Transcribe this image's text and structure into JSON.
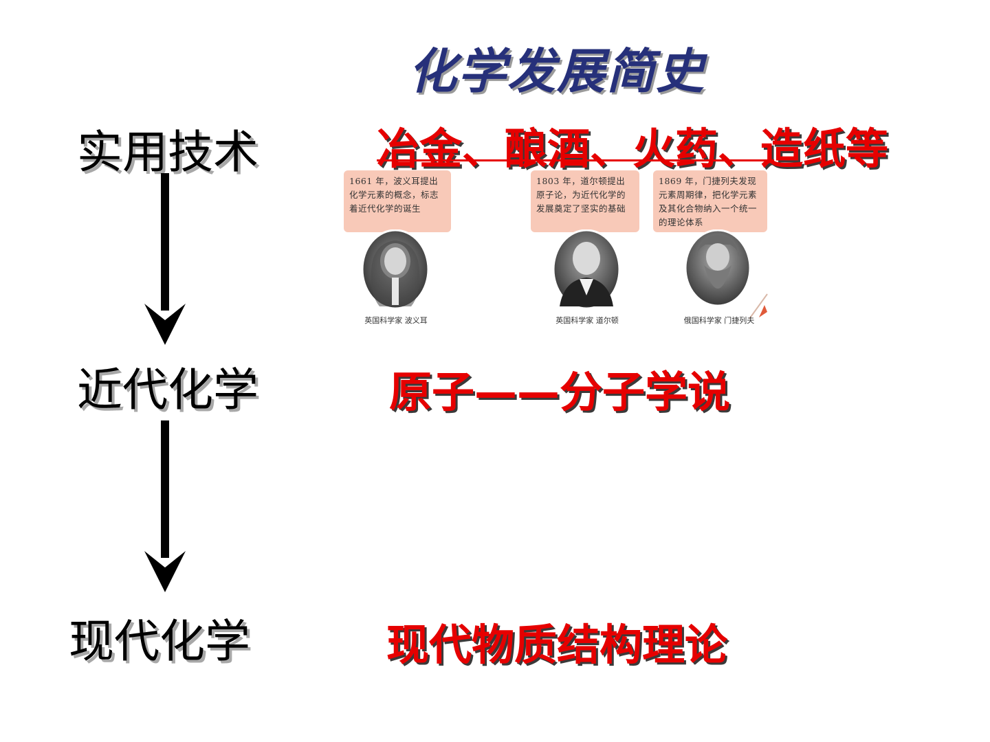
{
  "title": "化学发展简史",
  "stages": [
    {
      "label": "实用技术",
      "description": "冶金、酿酒、火药、造纸等"
    },
    {
      "label": "近代化学",
      "description": "原子——分子学说"
    },
    {
      "label": "现代化学",
      "description": "现代物质结构理论"
    }
  ],
  "scientists": [
    {
      "note": "1661 年，波义耳提出化学元素的概念，标志着近代化学的诞生",
      "caption": "英国科学家  波义耳"
    },
    {
      "note": "1803 年，道尔顿提出原子论，为近代化学的发展奠定了坚实的基础",
      "caption": "英国科学家  道尔顿"
    },
    {
      "note": "1869 年，门捷列夫发现元素周期律，把化学元素及其化合物纳入一个统一的理论体系",
      "caption": "俄国科学家  门捷列夫"
    }
  ],
  "colors": {
    "title": "#26307a",
    "highlight": "#e60000",
    "card": "#f8c9b8"
  }
}
